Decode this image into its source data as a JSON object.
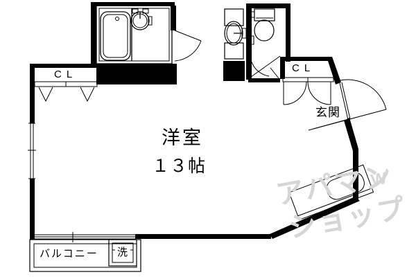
{
  "page": {
    "background": "#ffffff",
    "line_color": "#000000",
    "watermark_color": "#d6d6d6"
  },
  "labels": {
    "closet_left": "CL",
    "closet_right": "CL",
    "entrance": "玄関",
    "room_name": "洋室",
    "room_size": "１３帖",
    "balcony": "バルコニー",
    "laundry": "洗"
  },
  "watermark": {
    "line1": "アパマン",
    "line2": "ショップ",
    "mark": "W"
  }
}
